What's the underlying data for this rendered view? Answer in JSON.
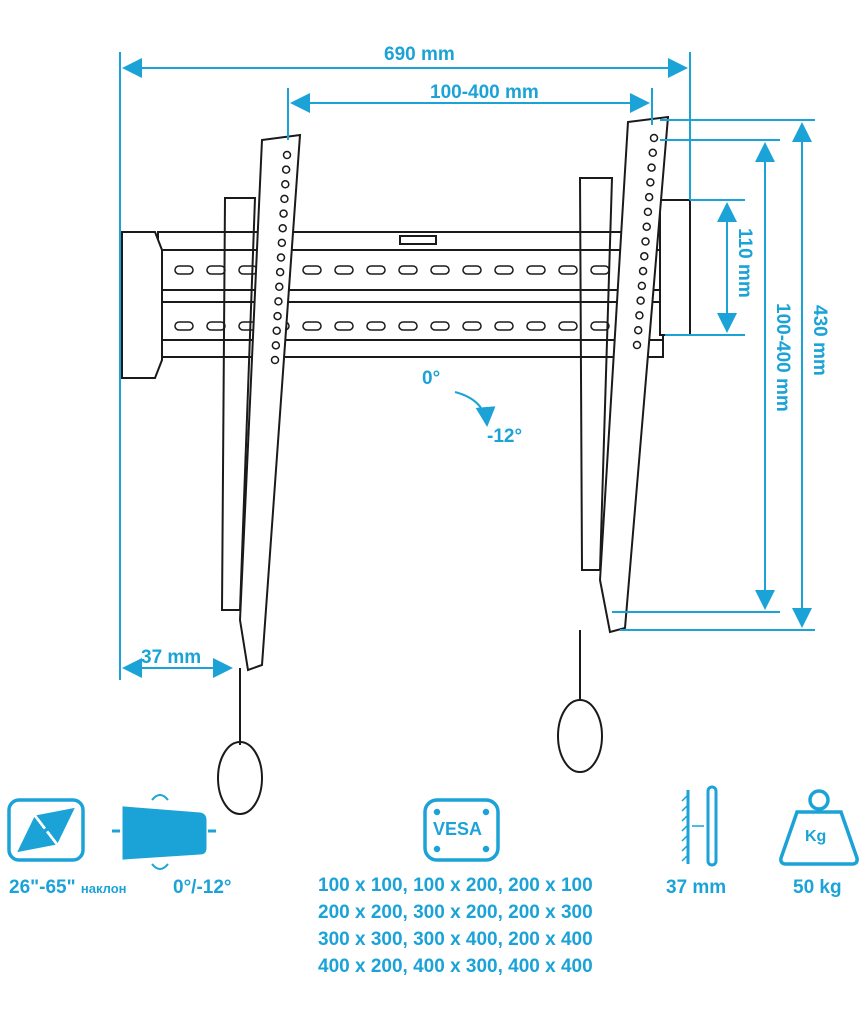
{
  "dimensions": {
    "total_width": "690 mm",
    "vesa_horizontal": "100-400 mm",
    "vertical_offset": "110 mm",
    "vesa_vertical": "100-400 mm",
    "total_height": "430 mm",
    "wall_distance": "37 mm"
  },
  "tilt": {
    "start": "0°",
    "end": "-12°"
  },
  "features": {
    "screen_size": "26\"-65\"",
    "tilt_word": "наклон",
    "tilt_range": "0°/-12°",
    "vesa_icon_label": "VESA",
    "vesa_patterns": [
      "100 x 100, 100 x 200, 200 x 100",
      "200 x 200, 300 x 200, 200 x 300",
      "300 x 300, 300 x 400, 200 x 400",
      "400 x 200, 400 x 300, 400 x 400"
    ],
    "depth": "37 mm",
    "weight_icon_label": "Kg",
    "max_load": "50 kg"
  },
  "colors": {
    "accent": "#1ba3d8",
    "line": "#1a1a1a"
  }
}
